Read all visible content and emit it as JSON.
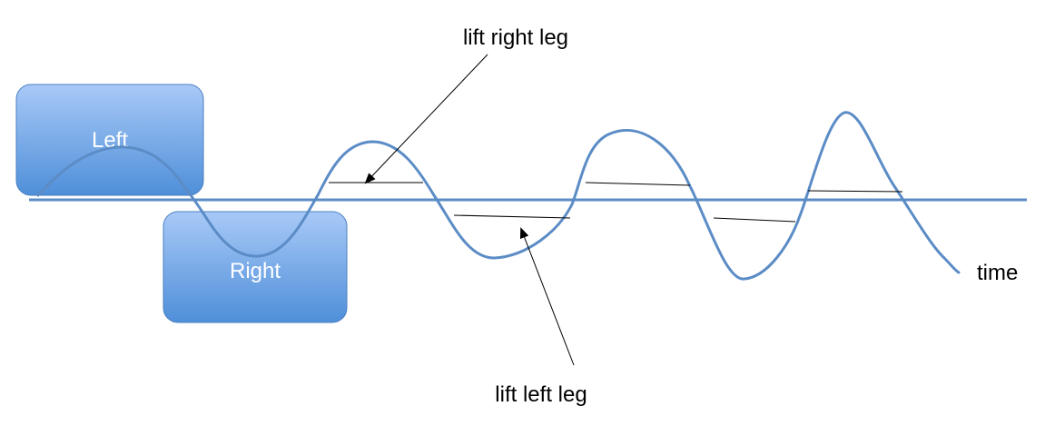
{
  "boxes": {
    "left_label": "Left",
    "right_label": "Right"
  },
  "annotations": {
    "lift_right_leg": "lift right leg",
    "lift_left_leg": "lift left leg",
    "time": "time"
  },
  "colors": {
    "wave": "#5b8cc6",
    "baseline": "#5b8cc6",
    "box_top": "#a8c9f7",
    "box_bottom": "#4f8fd9",
    "box_border": "#4a7fc0",
    "arrow": "#000000"
  }
}
